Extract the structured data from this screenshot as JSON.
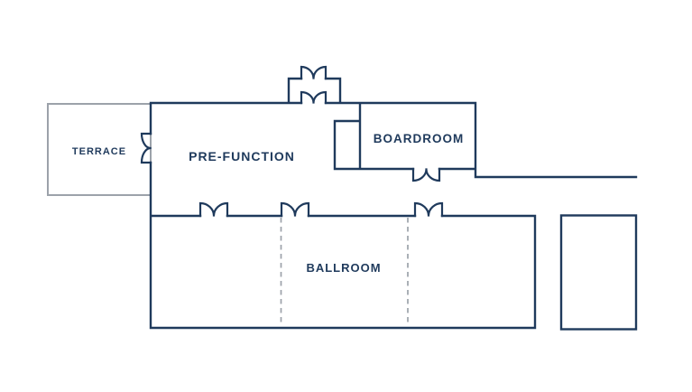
{
  "colors": {
    "wall": "#1F3A5C",
    "terrace_outline": "#9CA2AA",
    "divider": "#9CA2AA",
    "background": "#FFFFFF"
  },
  "rooms": {
    "terrace": {
      "label": "TERRACE"
    },
    "pre_function": {
      "label": "PRE-FUNCTION"
    },
    "boardroom": {
      "label": "BOARDROOM"
    },
    "ballroom": {
      "label": "BALLROOM"
    }
  }
}
